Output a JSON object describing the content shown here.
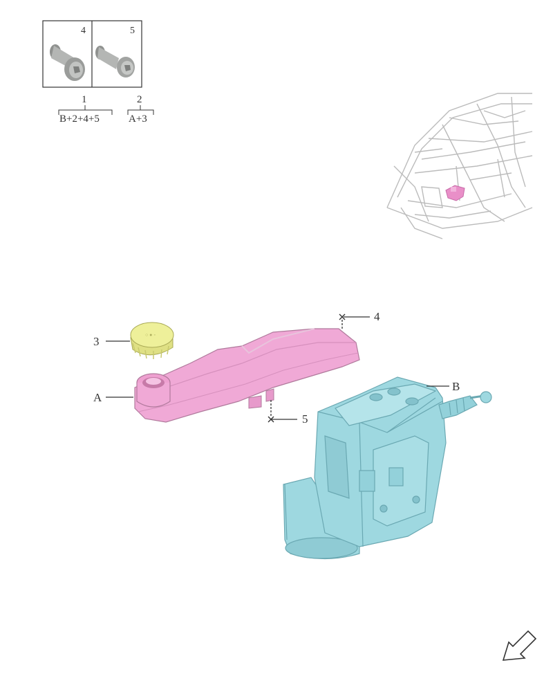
{
  "fastener_legend": {
    "cells": [
      {
        "ref": "4"
      },
      {
        "ref": "5"
      }
    ],
    "groups": [
      {
        "number": "1",
        "contents": "B+2+4+5"
      },
      {
        "number": "2",
        "contents": "A+3"
      }
    ]
  },
  "callouts": {
    "cap": "3",
    "reservoir": "A",
    "module": "B",
    "top_screw": "4",
    "bottom_screw": "5"
  },
  "colors": {
    "reservoir": "#f0a9d6",
    "cap": "#eef09a",
    "module": "#9ed8e0",
    "bolt": "#a8aaa8",
    "line": "#333333",
    "highlight": "#e98fc8"
  },
  "icons": {
    "orientation": "direction-arrow-icon"
  }
}
